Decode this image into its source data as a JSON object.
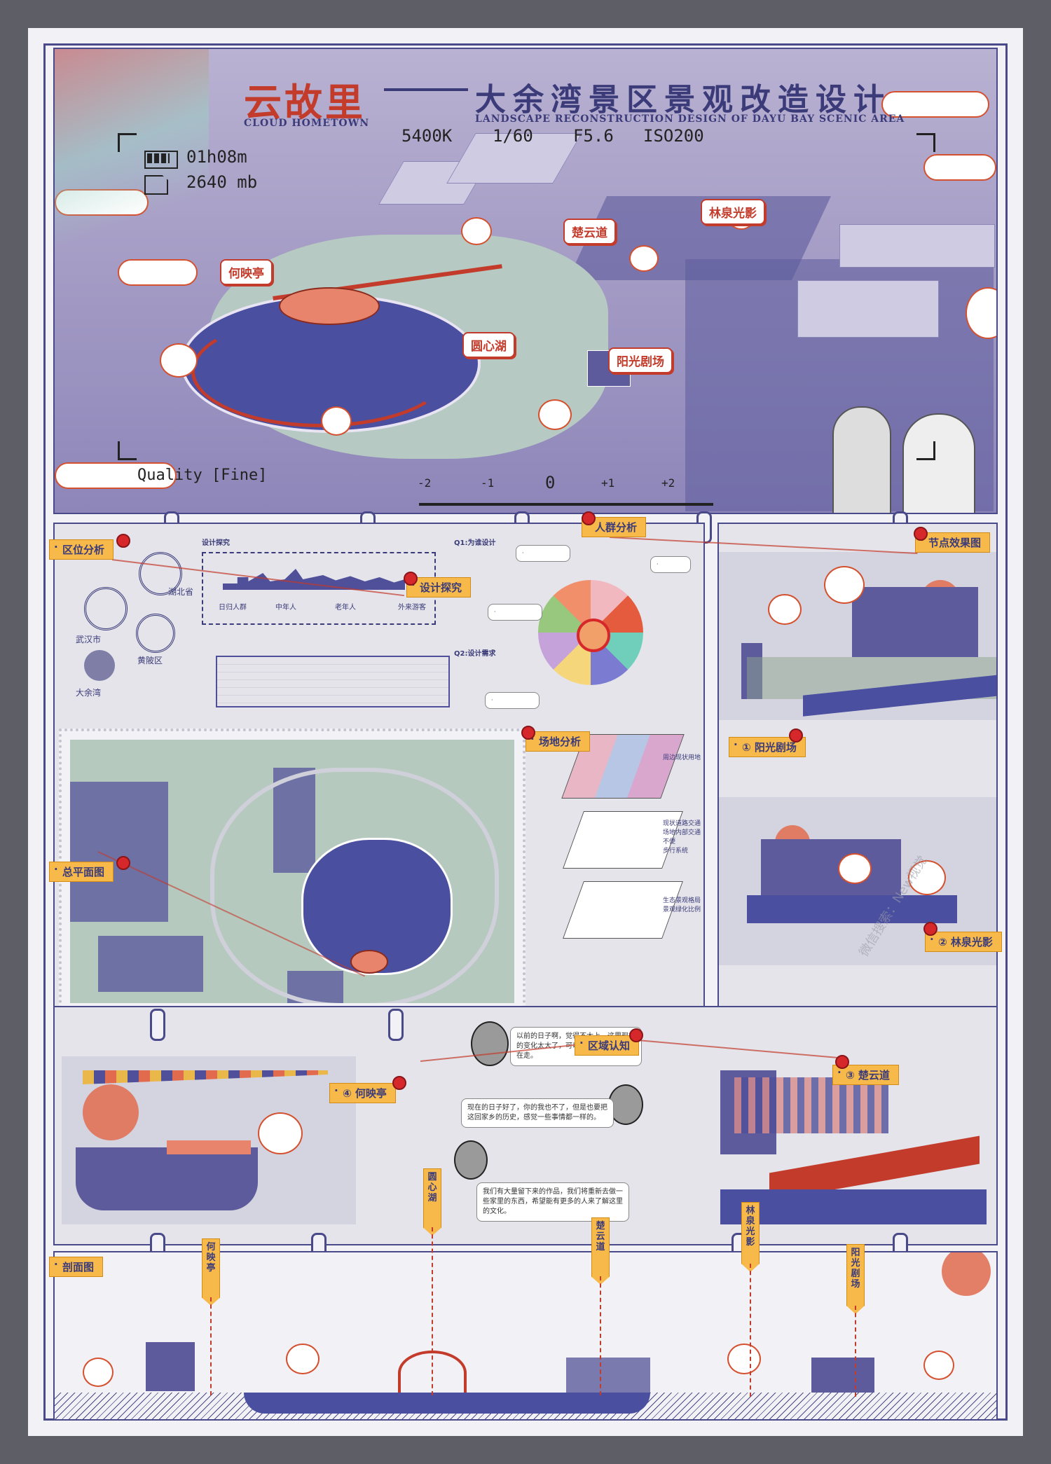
{
  "title": {
    "main": "云故里",
    "subtitle": "大余湾景区景观改造设计",
    "main_en": "CLOUD HOMETOWN",
    "subtitle_en": "LANDSCAPE RECONSTRUCTION DESIGN OF DAYU BAY SCENIC AREA"
  },
  "camera": {
    "white_balance": "5400K",
    "shutter": "1/60",
    "aperture": "F5.6",
    "iso": "ISO200",
    "time": "01h08m",
    "storage": "2640 mb",
    "quality": "Quality [Fine]",
    "exposure_scale": [
      "-2",
      "-1",
      "0",
      "+1",
      "+2"
    ]
  },
  "hero_tags": [
    "何映亭",
    "楚云道",
    "林泉光影",
    "圆心湖",
    "阳光剧场"
  ],
  "sections": {
    "location": "区位分析",
    "crowd": "人群分析",
    "nodes": "节点效果图",
    "design": "设计探究",
    "site": "场地分析",
    "plan": "总平面图",
    "regional": "区域认知",
    "section": "剖面图"
  },
  "location_labels": [
    "湖北省",
    "武汉市",
    "黄陂区",
    "大余湾"
  ],
  "design_panel": {
    "heading": "设计探究",
    "q1": "Q1:为谁设计",
    "q2": "Q2:设计需求",
    "groups": [
      "日归人群",
      "中年人",
      "老年人",
      "外来游客"
    ]
  },
  "site_layers": [
    "周边现状用地",
    "现状道路交通\n场地内部交通不便\n步行系统",
    "生态景观格局\n景观绿化比例"
  ],
  "node_labels": [
    "① 阳光剧场",
    "② 林泉光影",
    "③ 楚云道",
    "④ 何映亭"
  ],
  "section_tags": [
    "何映亭",
    "圆心湖",
    "楚云道",
    "林泉光影",
    "阳光剧场"
  ],
  "quotes": [
    "以前的日子啊，觉得不太上，这里现在的变化太大了，可以前的小路，都有人在走。",
    "现在的日子好了，你的我也不了，但是也要把这回家乡的历史，感觉一些事情都一样的。",
    "我们有大量留下来的作品，我们将重新去做一些家里的东西，希望能有更多的人来了解这里的文化。"
  ],
  "watermark": "微信搜索：New视觉"
}
